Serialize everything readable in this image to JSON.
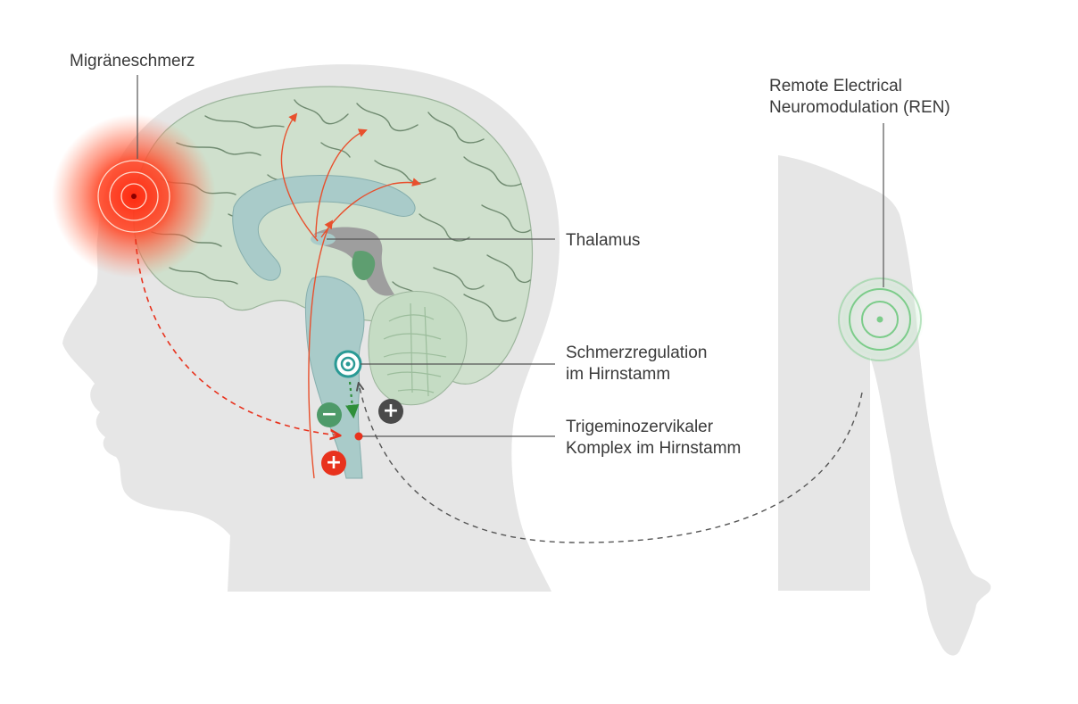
{
  "labels": {
    "migraine_pain": "Migräneschmerz",
    "ren_line1": "Remote Electrical",
    "ren_line2": "Neuromodulation (REN)",
    "thalamus": "Thalamus",
    "pain_regulation_line1": "Schmerzregulation",
    "pain_regulation_line2": "im Hirnstamm",
    "trigemino_line1": "Trigeminozervikaler",
    "trigemino_line2": "Komplex im Hirnstamm"
  },
  "badges": {
    "inhibit": "−",
    "excite_gray": "+",
    "excite_red": "+"
  },
  "colors": {
    "silhouette": "#e6e6e6",
    "brain": "#cfe0cd",
    "brain_lines": "#6f8a70",
    "ventricle": "#a9cbc9",
    "pain": "#e8321d",
    "inhibit_green": "#4e9a69",
    "excite_gray": "#4a4a4a",
    "ren_green": "#7ccc8a",
    "regulation_teal": "#2a9a95",
    "leader": "#555555"
  }
}
